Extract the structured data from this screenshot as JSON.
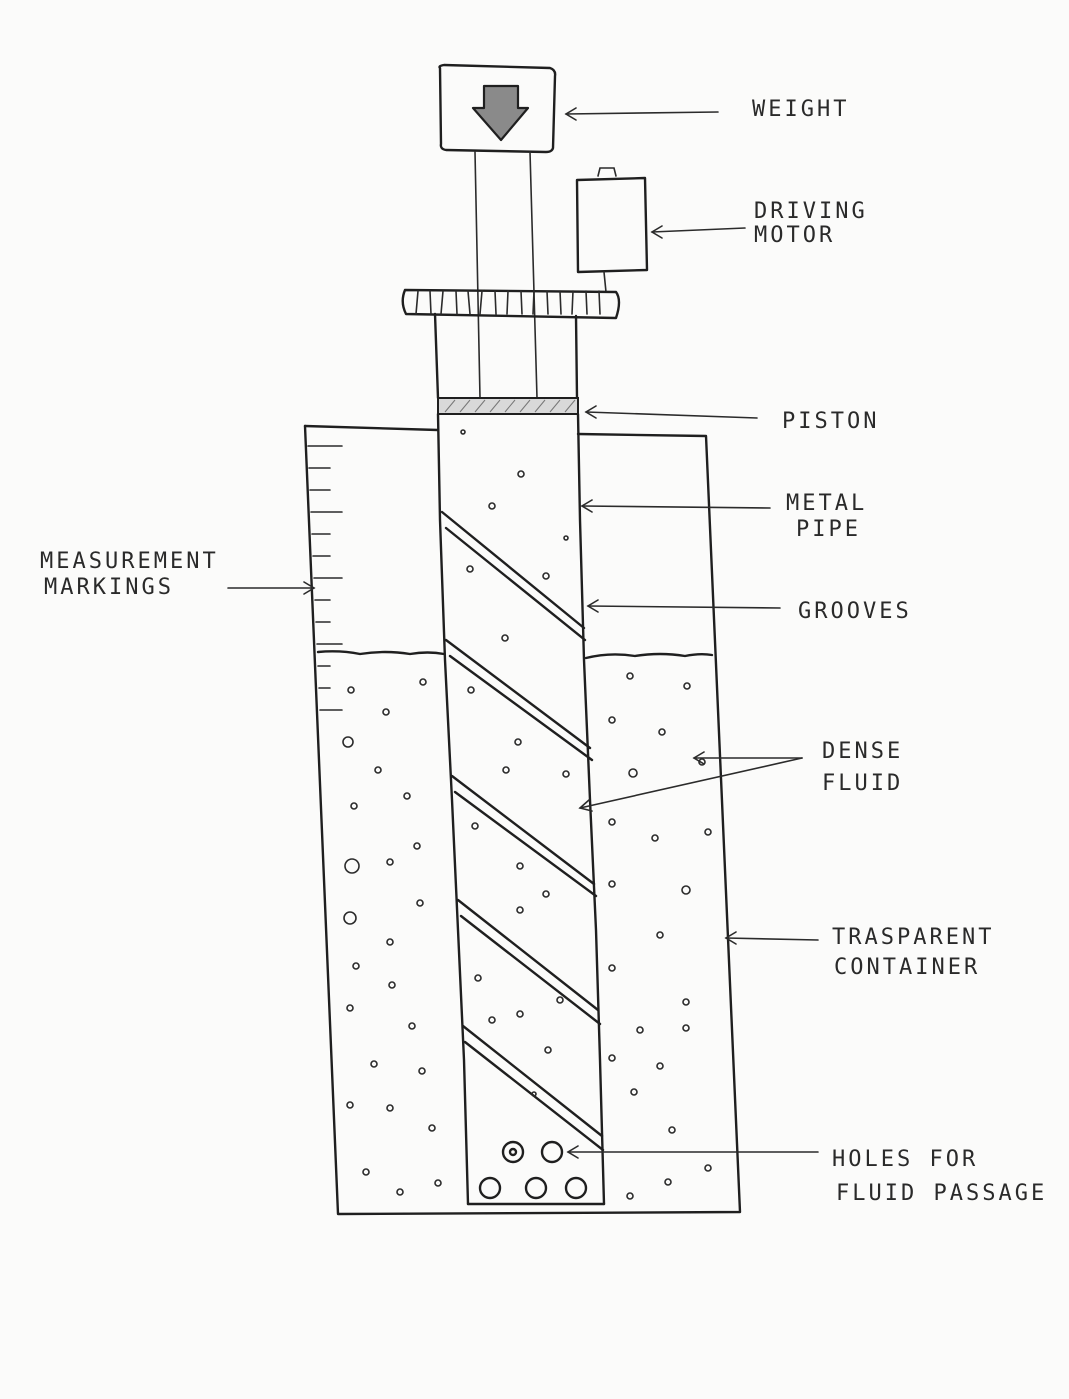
{
  "labels": {
    "weight": "WEIGHT",
    "driving_motor_1": "DRIVING",
    "driving_motor_2": "MOTOR",
    "piston": "PISTON",
    "metal_pipe_1": "METAL",
    "metal_pipe_2": "PIPE",
    "grooves": "GROOVES",
    "measurement_1": "MEASUREMENT",
    "measurement_2": "MARKINGS",
    "dense_fluid_1": "DENSE",
    "dense_fluid_2": "FLUID",
    "container_1": "TRASPARENT",
    "container_2": "CONTAINER",
    "holes_1": "HOLES FOR",
    "holes_2": "FLUID PASSAGE"
  },
  "icons": {
    "weight_arrow": "down-arrow-icon"
  },
  "colors": {
    "ink": "#1f1f1f",
    "paper": "#fbfbfa",
    "weight_arrow_fill": "#8a8a8a"
  }
}
